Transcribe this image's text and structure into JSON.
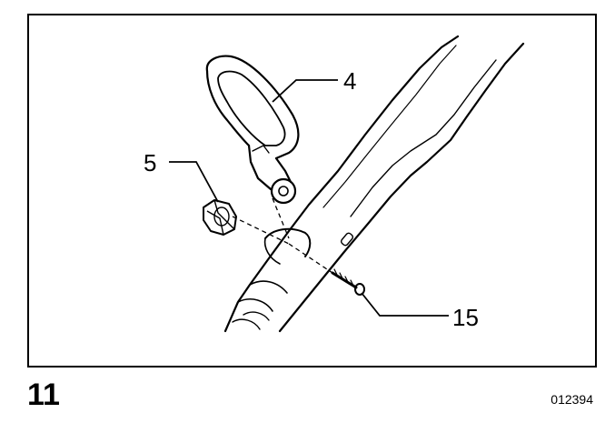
{
  "figure": {
    "number": "11",
    "code": "012394"
  },
  "callouts": [
    {
      "label": "4",
      "part": "handle"
    },
    {
      "label": "5",
      "part": "nut"
    },
    {
      "label": "15",
      "part": "bolt"
    }
  ]
}
